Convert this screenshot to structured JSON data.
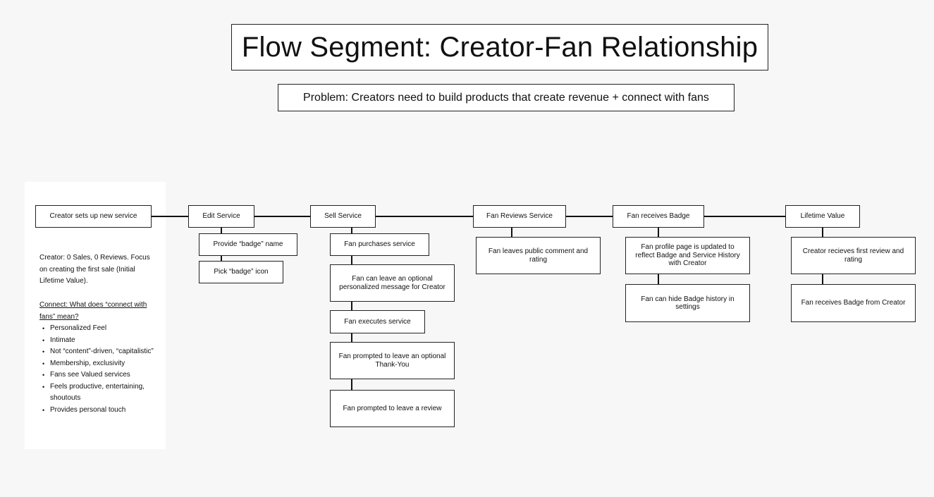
{
  "title": "Flow Segment: Creator-Fan Relationship",
  "problem": "Problem: Creators need to build products that create revenue + connect with fans",
  "sidebar": {
    "summary": "Creator: 0 Sales, 0 Reviews. Focus on creating the first sale (Initial Lifetime Value).",
    "connect_heading": "Connect: What does “connect with fans” mean?",
    "items": [
      "Personalized Feel",
      "Intimate",
      "Not “content”-driven, “capitalistic”",
      "Membership, exclusivity",
      "Fans see Valued services",
      "Feels productive, entertaining, shoutouts",
      "Provides personal touch"
    ]
  },
  "flow": {
    "stages": [
      "Creator sets up new service",
      "Edit Service",
      "Sell Service",
      "Fan Reviews Service",
      "Fan receives Badge",
      "Lifetime Value"
    ],
    "edit_service": [
      "Provide “badge” name",
      "Pick “badge” icon"
    ],
    "sell_service": [
      "Fan purchases service",
      "Fan can leave an optional personalized message for Creator",
      "Fan executes service",
      "Fan prompted to leave an optional Thank-You",
      "Fan prompted to leave a review"
    ],
    "fan_reviews_service": [
      "Fan leaves public comment and rating"
    ],
    "fan_receives_badge": [
      "Fan profile page is updated to reflect Badge and Service History with Creator",
      "Fan can hide Badge history in settings"
    ],
    "lifetime_value": [
      "Creator recieves first review and rating",
      "Fan receives Badge from Creator"
    ]
  }
}
